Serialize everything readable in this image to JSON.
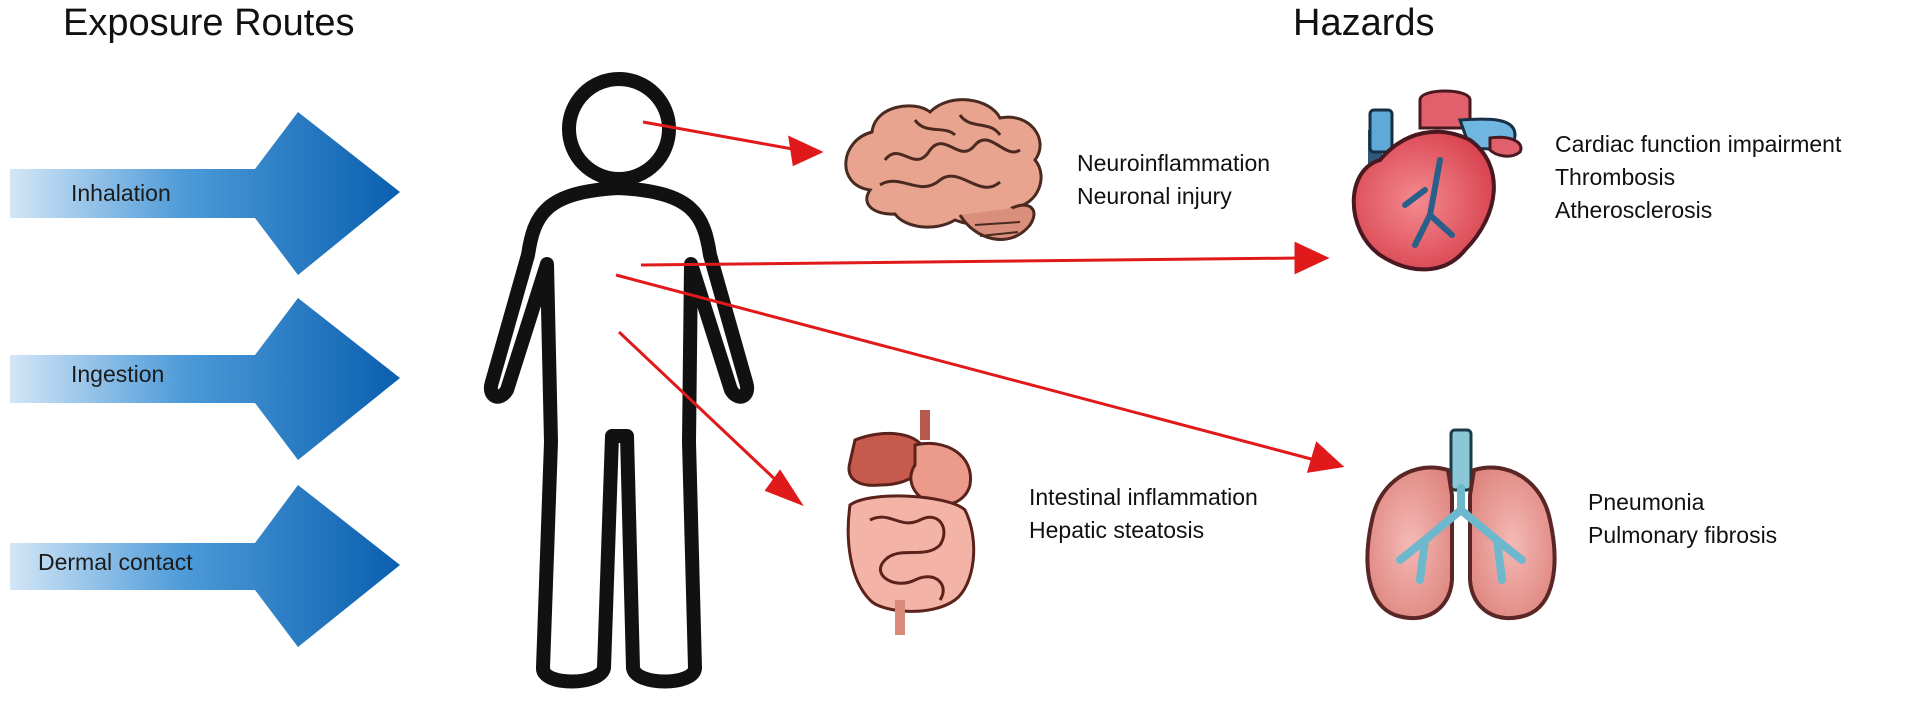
{
  "headings": {
    "left": "Exposure Routes",
    "right": "Hazards"
  },
  "routes": [
    {
      "label": "Inhalation"
    },
    {
      "label": "Ingestion"
    },
    {
      "label": "Dermal contact"
    }
  ],
  "hazards": {
    "brain": [
      "Neuroinflammation",
      "Neuronal injury"
    ],
    "heart": [
      "Cardiac function impairment",
      "Thrombosis",
      "Atherosclerosis"
    ],
    "digestive": [
      "Intestinal inflammation",
      "Hepatic steatosis"
    ],
    "lungs": [
      "Pneumonia",
      "Pulmonary fibrosis"
    ]
  },
  "colors": {
    "route_arrow": "#0a6fc0",
    "hazard_arrow": "#e0191b",
    "body_outline": "#111111"
  },
  "icons": [
    "human-body-icon",
    "brain-icon",
    "heart-icon",
    "digestive-system-icon",
    "lungs-icon"
  ]
}
